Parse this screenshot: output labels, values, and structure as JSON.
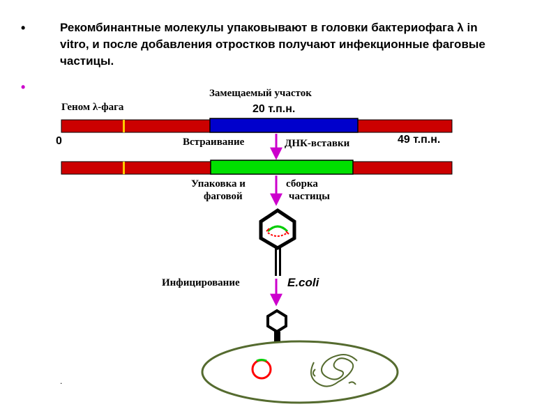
{
  "bullets": [
    {
      "marker": "•",
      "text": "Рекомбинантные молекулы упаковывают в головки бактериофага λ in vitro, и после добавления отростков получают инфекционные фаговые частицы."
    },
    {
      "marker": "•",
      "text": ""
    }
  ],
  "diagram": {
    "genome_label": "Геном λ-фага",
    "replaced_region_label": "Замещаемый участок",
    "replaced_size": "20 т.п.н.",
    "start_label": "0",
    "end_label": "49 т.п.н.",
    "step1_left": "Встраивание",
    "step1_right": "ДНК-вставки",
    "step2_left_line1": "Упаковка и",
    "step2_left_line2": "фаговой",
    "step2_right_line1": "сборка",
    "step2_right_line2": "частицы",
    "step3_label": "Инфицирование",
    "host_label": "E.coli",
    "footer_mark": ".",
    "colors": {
      "genome": "#cc0000",
      "replaced_segment": "#0000cc",
      "insert_segment": "#00e000",
      "marker": "#ffcc00",
      "arrow": "#cc00cc",
      "cell": "#556b2f",
      "plasmid": "#ff0000"
    }
  }
}
